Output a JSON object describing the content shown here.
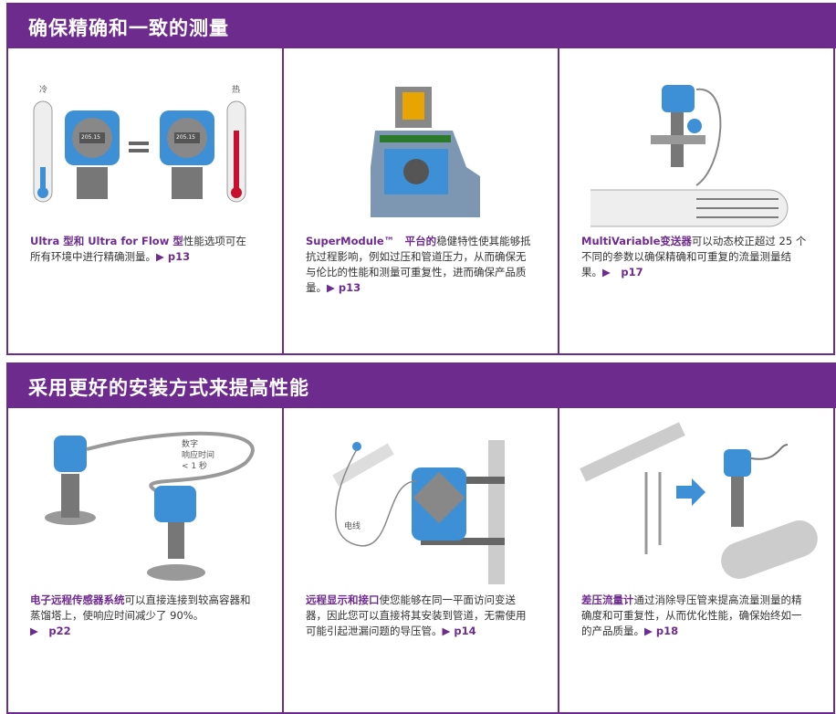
{
  "section1": {
    "title": "确保精确和一致的测量",
    "panels": [
      {
        "highlight": "Ultra 型和 Ultra for Flow 型",
        "text": "性能选项可在所有环境中进行精确测量。",
        "ref": "▶ p13",
        "cold_label": "冷",
        "hot_label": "热",
        "display_value": "205.15"
      },
      {
        "highlight": "SuperModule™　平台的",
        "text": "稳健特性使其能够抵抗过程影响，例如过压和管道压力，从而确保无与伦比的性能和测量可重复性，进而确保产品质量。",
        "ref": "▶ p13"
      },
      {
        "highlight": "MultiVariable变送器",
        "text": "可以动态校正超过 25 个不同的参数以确保精确和可重复的流量测量结果。",
        "ref": "▶　p17"
      }
    ]
  },
  "section2": {
    "title": "采用更好的安装方式来提高性能",
    "panels": [
      {
        "highlight": "电子远程传感器系统",
        "text": "可以直接连接到较高容器和蒸馏塔上，使响应时间减少了 90%。",
        "ref": "▶　p22",
        "note_line1": "数字",
        "note_line2": "响应时间",
        "note_line3": "< 1 秒"
      },
      {
        "highlight": "远程显示和接口",
        "text": "使您能够在同一平面访问变送器，因此您可以直接将其安装到管道，无需使用可能引起泄漏问题的导压管。",
        "ref": "▶ p14",
        "cable_label": "电线"
      },
      {
        "highlight": "差压流量计",
        "text": "通过消除导压管来提高流量测量的精确度和可重复性，从而优化性能，确保始终如一的产品质量。",
        "ref": "▶ p18"
      }
    ]
  },
  "colors": {
    "purple": "#6d2b8e",
    "blue": "#3d8fd6",
    "gray": "#8a8a8a",
    "red": "#c8102e"
  }
}
